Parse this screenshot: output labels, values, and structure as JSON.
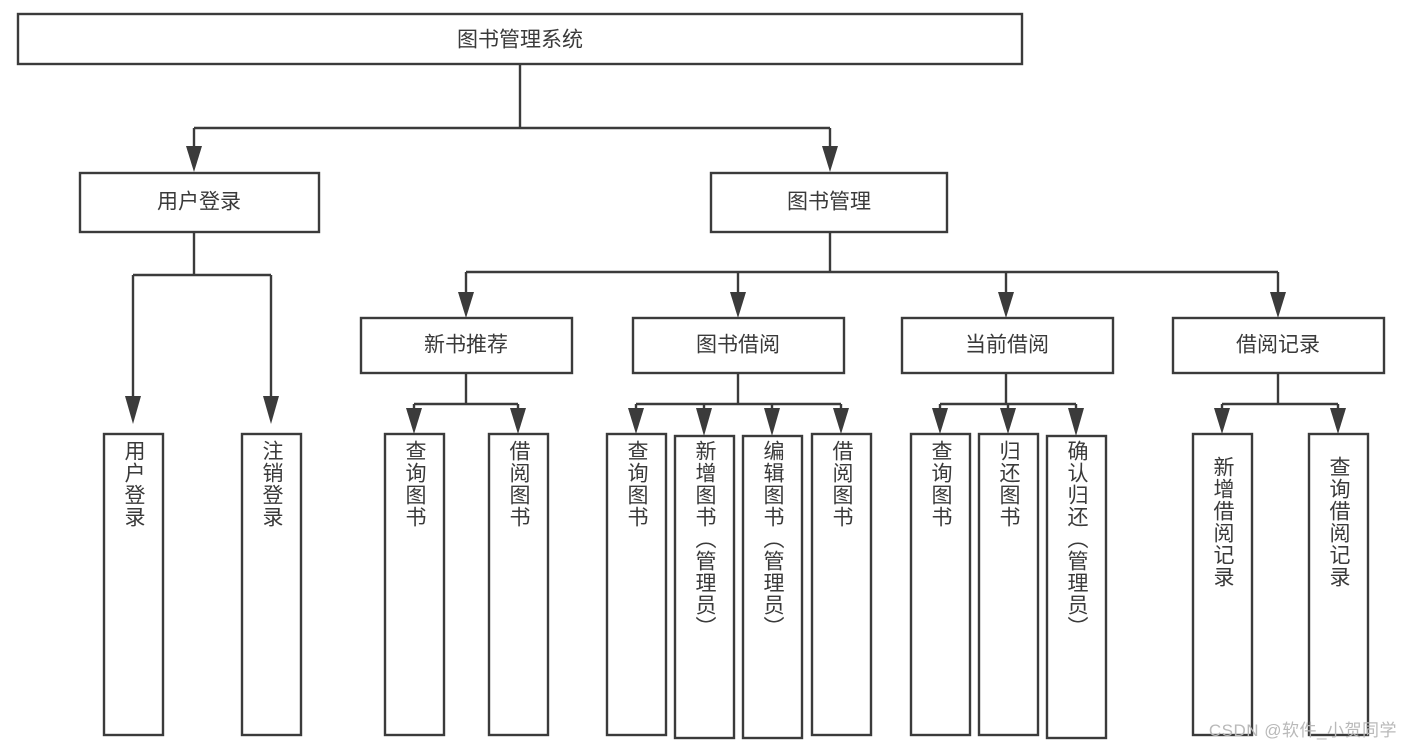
{
  "diagram": {
    "title_node": {
      "label": "图书管理系统"
    },
    "level2": [
      {
        "id": "user-login",
        "label": "用户登录"
      },
      {
        "id": "book-manage",
        "label": "图书管理"
      }
    ],
    "level3": [
      {
        "id": "new-book-recommend",
        "label": "新书推荐"
      },
      {
        "id": "book-borrow",
        "label": "图书借阅"
      },
      {
        "id": "current-borrow",
        "label": "当前借阅"
      },
      {
        "id": "borrow-record",
        "label": "借阅记录"
      }
    ],
    "leaves": [
      {
        "id": "leaf-user-login",
        "label": "用户登录"
      },
      {
        "id": "leaf-logout-login",
        "label": "注销登录"
      },
      {
        "id": "leaf-query-book-1",
        "label": "查询图书"
      },
      {
        "id": "leaf-borrow-book-1",
        "label": "借阅图书"
      },
      {
        "id": "leaf-query-book-2",
        "label": "查询图书"
      },
      {
        "id": "leaf-add-book-admin",
        "label": "新增图书（管理员）"
      },
      {
        "id": "leaf-edit-book-admin",
        "label": "编辑图书（管理员）"
      },
      {
        "id": "leaf-borrow-book-2",
        "label": "借阅图书"
      },
      {
        "id": "leaf-query-book-3",
        "label": "查询图书"
      },
      {
        "id": "leaf-return-book",
        "label": "归还图书"
      },
      {
        "id": "leaf-confirm-return-admin",
        "label": "确认归还（管理员）"
      },
      {
        "id": "leaf-add-borrow-record",
        "label": "新增借阅记录"
      },
      {
        "id": "leaf-query-borrow-record",
        "label": "查询借阅记录"
      }
    ],
    "watermark": "CSDN @软件_小贺同学",
    "colors": {
      "stroke": "#3b3b3b",
      "text": "#3a3a3a",
      "background": "#ffffff",
      "watermark": "#b9b9b9"
    }
  }
}
